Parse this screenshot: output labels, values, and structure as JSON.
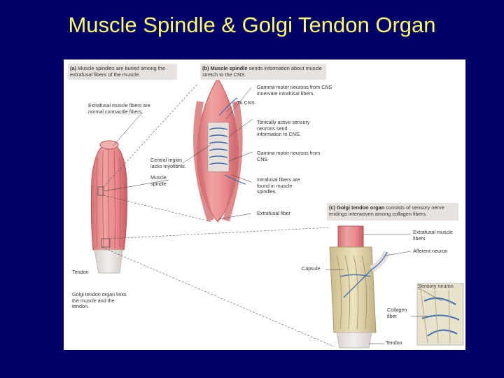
{
  "title": "Muscle Spindle & Golgi Tendon Organ",
  "colors": {
    "background": "#00006b",
    "title": "#ffff66",
    "muscle": "#e48a8a",
    "tendon": "#e6e0dc",
    "nerve": "#4a7fc0"
  },
  "panels": {
    "a": {
      "heading": "(a)",
      "text": "Muscle spindles are buried among the extrafusal fibers of the muscle."
    },
    "b": {
      "heading": "(b) Muscle spindle",
      "text": "sends information about muscle stretch to the CNS."
    },
    "c": {
      "heading": "(c) Golgi tendon organ",
      "text": "consists of sensory nerve endings interwoven among collagen fibers."
    }
  },
  "labels": {
    "extrafusal_fibers": "Extrafusal muscle fibers are normal contractile fibers.",
    "central_region": "Central region lacks myofibrils.",
    "muscle_spindle": "Muscle spindle",
    "tendon": "Tendon",
    "golgi_link": "Golgi tendon organ links the muscle and the tendon.",
    "gamma_motor_top": "Gamma motor neurons from CNS innervate intrafusal fibers.",
    "to_cns": "To CNS",
    "tonically_active": "Tonically active sensory neurons send information to CNS.",
    "gamma_motor_mid": "Gamma motor neurons from CNS",
    "intrafusal": "Intrafusal fibers are found in muscle spindles.",
    "extrafusal_fiber": "Extrafusal fiber",
    "c_extrafusal": "Extrafusal muscle fibers",
    "afferent_neuron": "Afferent neuron",
    "capsule": "Capsule",
    "sensory_neuron": "Sensory neuron",
    "collagen_fiber": "Collagen fiber",
    "c_tendon": "Tendon"
  }
}
